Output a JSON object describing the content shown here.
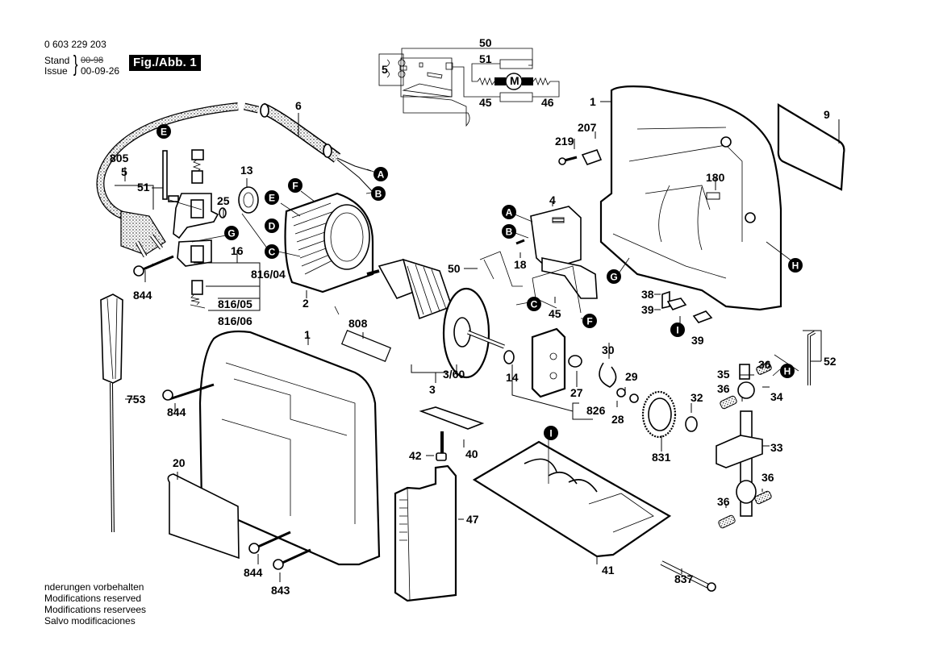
{
  "header": {
    "part_number": "0 603 229 203",
    "stand_label": "Stand",
    "issue_label": "Issue",
    "stand_value_struck": "00-98",
    "issue_value": "00-09-26",
    "figure_badge": "Fig./Abb. 1"
  },
  "footer": {
    "lines": [
      "nderungen vorbehalten",
      "Modifications reserved",
      "Modifications reservees",
      "Salvo modificaciones"
    ]
  },
  "wiring_schematic": {
    "labels": {
      "n50": "50",
      "n51": "51",
      "n5": "5",
      "motor": "M",
      "n45": "45",
      "n46": "46"
    }
  },
  "part_labels": {
    "p6": "6",
    "p805": "805",
    "p5": "5",
    "p51": "51",
    "p25": "25",
    "p13": "13",
    "p16": "16",
    "p816_04": "816/04",
    "p816_05": "816/05",
    "p816_06": "816/06",
    "p844a": "844",
    "p2": "2",
    "p4": "4",
    "p18": "18",
    "p50": "50",
    "p45": "45",
    "p219": "219",
    "p207": "207",
    "p1a": "1",
    "p9": "9",
    "p180": "180",
    "p38": "38",
    "p39a": "39",
    "p39b": "39",
    "p52": "52",
    "p753": "753",
    "p808": "808",
    "p1b": "1",
    "p844b": "844",
    "p20": "20",
    "p844c": "844",
    "p843": "843",
    "p3_60": "3/60",
    "p3": "3",
    "p14": "14",
    "p27": "27",
    "p826": "826",
    "p30": "30",
    "p29": "29",
    "p28": "28",
    "p42": "42",
    "p40": "40",
    "p47": "47",
    "p41": "41",
    "p831": "831",
    "p32": "32",
    "p837": "837",
    "p35": "35",
    "p36a": "36",
    "p36b": "36",
    "p34": "34",
    "p33": "33",
    "p36c": "36",
    "p36d": "36"
  },
  "connector_bubbles": {
    "E1": "E",
    "E2": "E",
    "D": "D",
    "C1": "C",
    "F1": "F",
    "G1": "G",
    "A1": "A",
    "B1": "B",
    "A2": "A",
    "B2": "B",
    "C2": "C",
    "F2": "F",
    "G2": "G",
    "H1": "H",
    "H2": "H",
    "I1": "I",
    "I2": "I"
  }
}
